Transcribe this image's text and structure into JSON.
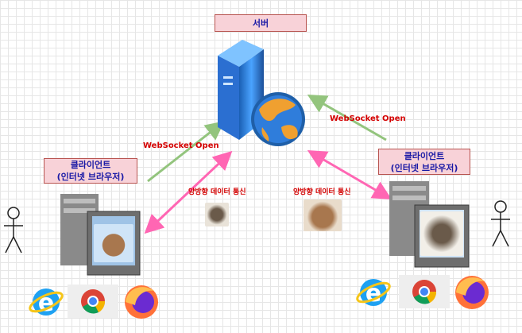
{
  "server": {
    "label": "서버"
  },
  "clients": [
    {
      "label_line1": "클라이언트",
      "label_line2": "(인터넷 브라우저)"
    },
    {
      "label_line1": "클라이언트",
      "label_line2": "(인터넷 브라우저)"
    }
  ],
  "edges": {
    "left_open": "WebSocket Open",
    "right_open": "WebSocket Open",
    "left_bidirectional": "양방향 데이터 통신",
    "right_bidirectional": "양방향 데이터 통신"
  },
  "colors": {
    "open_arrow": "#93c47d",
    "bidir_arrow": "#ff66b3",
    "edge_text": "#d40000",
    "label_fill": "#f8d2d8",
    "label_text": "#1a1aa6"
  },
  "icons": [
    "server-icon",
    "globe-icon",
    "computer-icon",
    "person-icon",
    "internet-explorer-icon",
    "chrome-icon",
    "firefox-icon",
    "teddy-bear-photo",
    "dog-photo"
  ]
}
